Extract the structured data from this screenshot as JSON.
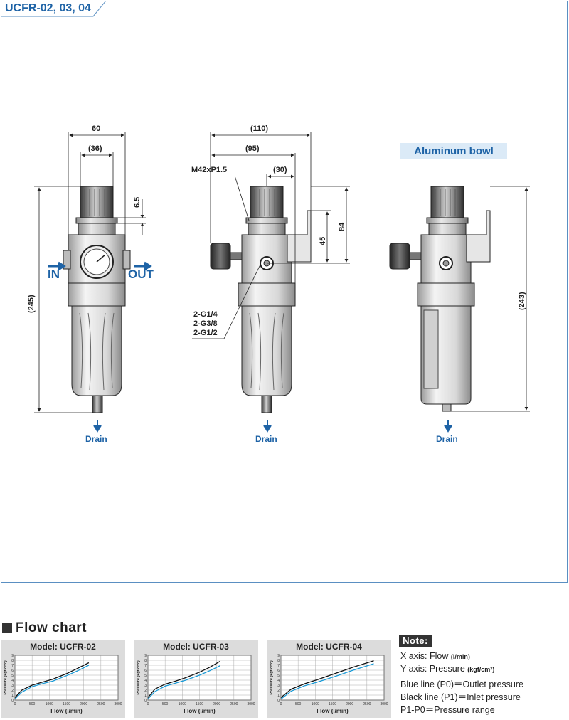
{
  "title": "UCFR-02, 03, 04",
  "bowl_label": "Aluminum bowl",
  "drain_label": "Drain",
  "ports": {
    "in": "IN",
    "out": "OUT"
  },
  "dimensions": {
    "front_width": "60",
    "front_knob": "(36)",
    "front_height": "(245)",
    "front_top": "6.5",
    "side_total": "(110)",
    "side_mid": "(95)",
    "side_short": "(30)",
    "thread": "M42xP1.5",
    "bracket_45": "45",
    "bracket_84": "84",
    "port_sizes": [
      "2-G1/4",
      "2-G3/8",
      "2-G1/2"
    ],
    "al_height": "(243)"
  },
  "flow_chart": {
    "heading": "Flow chart",
    "xlabel": "Flow (l/min)",
    "ylabel": "Pressure (kgf/cm²)",
    "models": [
      "Model: UCFR-02",
      "Model: UCFR-03",
      "Model: UCFR-04"
    ]
  },
  "note": {
    "badge": "Note:",
    "lines": [
      {
        "text": "X axis: Flow ",
        "small": "(l/min)"
      },
      {
        "text": "Y axis: Pressure ",
        "small": "(kgf/cm²)"
      },
      {
        "text": "Blue line (P0)＝Outlet pressure"
      },
      {
        "text": "Black line (P1)＝Inlet pressure"
      },
      {
        "text": "P1-P0＝Pressure range"
      }
    ]
  },
  "colors": {
    "accent": "#1e63a6",
    "line_black": "#111111",
    "line_blue": "#1a9bd7",
    "panel_border": "#5a8fc2"
  },
  "chart_data": [
    {
      "type": "line",
      "title": "Model: UCFR-02",
      "xlabel": "Flow (l/min)",
      "ylabel": "Pressure (kgf/cm²)",
      "xlim": [
        0,
        3000
      ],
      "ylim": [
        0,
        9
      ],
      "xticks": [
        0,
        500,
        1000,
        1500,
        2000,
        2500,
        3000
      ],
      "yticks": [
        0,
        1,
        2,
        3,
        4,
        5,
        6,
        7,
        8,
        9
      ],
      "grid": true,
      "series": [
        {
          "name": "P1",
          "color": "black",
          "x": [
            0,
            200,
            500,
            800,
            1100,
            1500,
            1800,
            2150
          ],
          "y": [
            0.5,
            2.0,
            3.0,
            3.6,
            4.2,
            5.3,
            6.3,
            7.5
          ]
        },
        {
          "name": "P0",
          "color": "blue",
          "x": [
            0,
            200,
            500,
            800,
            1100,
            1500,
            1800,
            2150
          ],
          "y": [
            0.2,
            1.6,
            2.7,
            3.3,
            3.8,
            4.9,
            5.8,
            7.0
          ]
        }
      ]
    },
    {
      "type": "line",
      "title": "Model: UCFR-03",
      "xlabel": "Flow (l/min)",
      "ylabel": "Pressure (kgf/cm²)",
      "xlim": [
        0,
        3000
      ],
      "ylim": [
        0,
        9
      ],
      "xticks": [
        0,
        500,
        1000,
        1500,
        2000,
        2500,
        3000
      ],
      "yticks": [
        0,
        1,
        2,
        3,
        4,
        5,
        6,
        7,
        8,
        9
      ],
      "grid": true,
      "series": [
        {
          "name": "P1",
          "color": "black",
          "x": [
            0,
            200,
            500,
            800,
            1100,
            1500,
            1800,
            2100
          ],
          "y": [
            0.5,
            2.2,
            3.2,
            3.8,
            4.5,
            5.6,
            6.6,
            7.8
          ]
        },
        {
          "name": "P0",
          "color": "blue",
          "x": [
            0,
            200,
            500,
            800,
            1100,
            1500,
            1800,
            2100
          ],
          "y": [
            0.2,
            1.7,
            2.8,
            3.4,
            4.0,
            5.0,
            5.9,
            6.9
          ]
        }
      ]
    },
    {
      "type": "line",
      "title": "Model: UCFR-04",
      "xlabel": "Flow (l/min)",
      "ylabel": "Pressure (kgf/cm²)",
      "xlim": [
        0,
        3000
      ],
      "ylim": [
        0,
        9
      ],
      "xticks": [
        0,
        500,
        1000,
        1500,
        2000,
        2500,
        3000
      ],
      "yticks": [
        0,
        1,
        2,
        3,
        4,
        5,
        6,
        7,
        8,
        9
      ],
      "grid": true,
      "series": [
        {
          "name": "P1",
          "color": "black",
          "x": [
            0,
            300,
            700,
            1100,
            1600,
            2100,
            2700
          ],
          "y": [
            0.5,
            2.2,
            3.3,
            4.2,
            5.4,
            6.6,
            7.9
          ]
        },
        {
          "name": "P0",
          "color": "blue",
          "x": [
            0,
            300,
            700,
            1100,
            1600,
            2100,
            2700
          ],
          "y": [
            0.2,
            1.8,
            2.9,
            3.7,
            4.8,
            6.0,
            7.3
          ]
        }
      ]
    }
  ]
}
